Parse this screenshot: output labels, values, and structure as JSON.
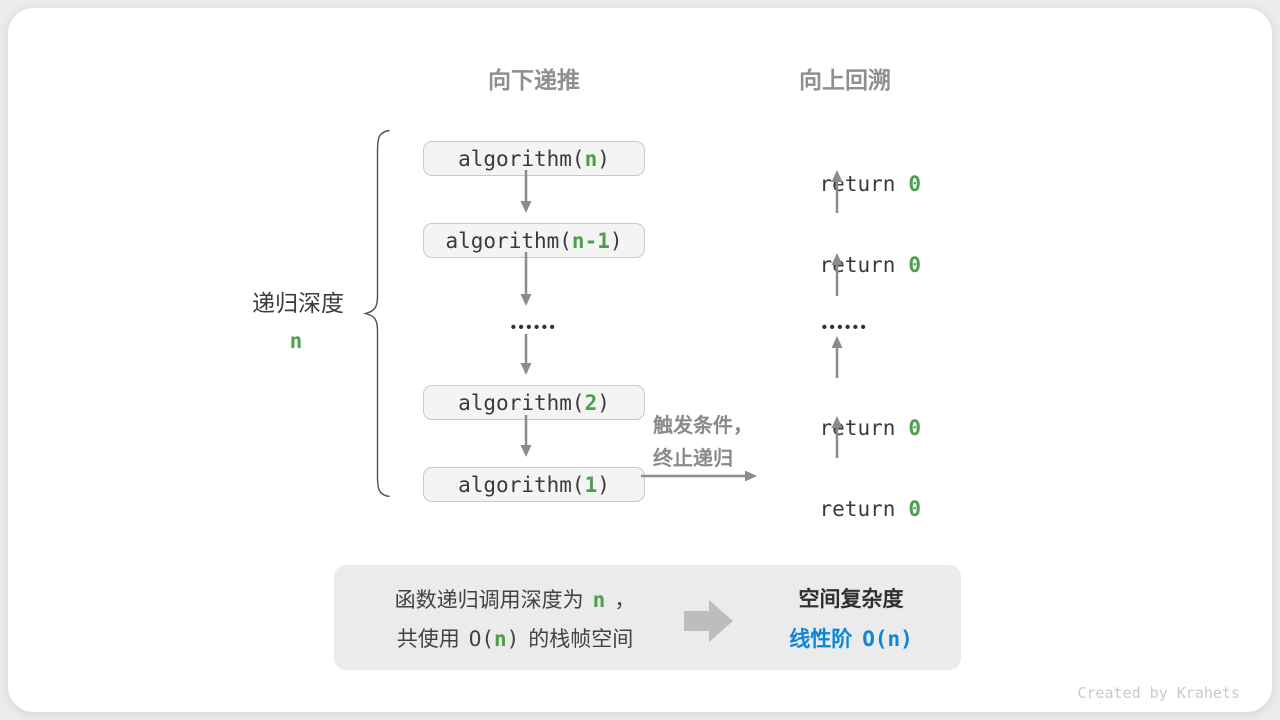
{
  "headers": {
    "downward": "向下递推",
    "upward": "向上回溯"
  },
  "depth": {
    "label": "递归深度",
    "value": "n"
  },
  "stack": [
    {
      "pre": "algorithm(",
      "arg": "n",
      "post": ")"
    },
    {
      "pre": "algorithm(",
      "arg": "n-1",
      "post": ")"
    },
    {
      "pre": "algorithm(",
      "arg": "2",
      "post": ")"
    },
    {
      "pre": "algorithm(",
      "arg": "1",
      "post": ")"
    }
  ],
  "ellipsis": "••••••",
  "return_call": {
    "keyword": "return",
    "value": "0"
  },
  "trigger": {
    "line1": "触发条件，",
    "line2": "终止递归"
  },
  "summary": {
    "left_line1_pre": "函数递归调用深度为",
    "left_line1_var": "n",
    "left_line1_post": "，",
    "left_line2_pre": "共使用",
    "left_line2_code_pre": "O(",
    "left_line2_var": "n",
    "left_line2_code_post": ")",
    "left_line2_post": "的栈帧空间",
    "right_title": "空间复杂度",
    "right_result_pre": "线性阶",
    "right_result_code": "O(n)"
  },
  "credit": "Created by Krahets",
  "colors": {
    "accent_green": "#4c9e50",
    "accent_blue": "#0e86d6",
    "arrow_gray": "#8c8c8c",
    "block_arrow_gray": "#bdbdbd",
    "box_fill": "#f4f4f4",
    "box_border": "#c9c9c9",
    "summary_fill": "#ebebeb"
  }
}
